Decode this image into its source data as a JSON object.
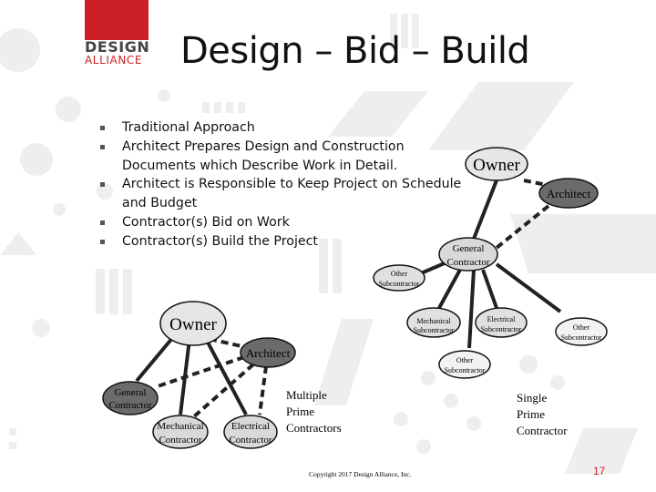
{
  "logo": {
    "word1": "DESIGN",
    "word2": "ALLIANCE"
  },
  "slide": {
    "title": "Design – Bid – Build",
    "bullets": [
      "Traditional Approach",
      "Architect Prepares Design and Construction Documents which Describe Work in Detail.",
      "Architect is Responsible to Keep Project on Schedule and Budget",
      "Contractor(s) Bid on Work",
      "Contractor(s) Build the Project"
    ]
  },
  "single_prime": {
    "owner": "Owner",
    "architect": "Architect",
    "general_contractor": [
      "General",
      "Contractor"
    ],
    "other_sub_1": [
      "Other",
      "Subcontractor"
    ],
    "mechanical_sub": [
      "Mechanical",
      "Subcontractor"
    ],
    "electrical_sub": [
      "Electrical",
      "Subcontractor"
    ],
    "other_sub_2": [
      "Other",
      "Subcontractor"
    ],
    "other_sub_3": [
      "Other",
      "Subcontractor"
    ],
    "caption": [
      "Single",
      "Prime",
      "Contractor"
    ]
  },
  "multiple_prime": {
    "owner": "Owner",
    "architect": "Architect",
    "general_contractor": [
      "General",
      "Contractor"
    ],
    "mechanical_contractor": [
      "Mechanical",
      "Contractor"
    ],
    "electrical_contractor": [
      "Electrical",
      "Contractor"
    ],
    "caption": [
      "Multiple",
      "Prime",
      "Contractors"
    ]
  },
  "footer": {
    "copyright": "Copyright 2017 Design Alliance, Inc.",
    "page_number": "17"
  },
  "colors": {
    "brand_red": "#cc1f25",
    "decor_gray": "#ececec",
    "owner_fill": "#e6e6e6",
    "node_fill": "#d9d9d9",
    "architect_fill": "#6b6b6b"
  }
}
